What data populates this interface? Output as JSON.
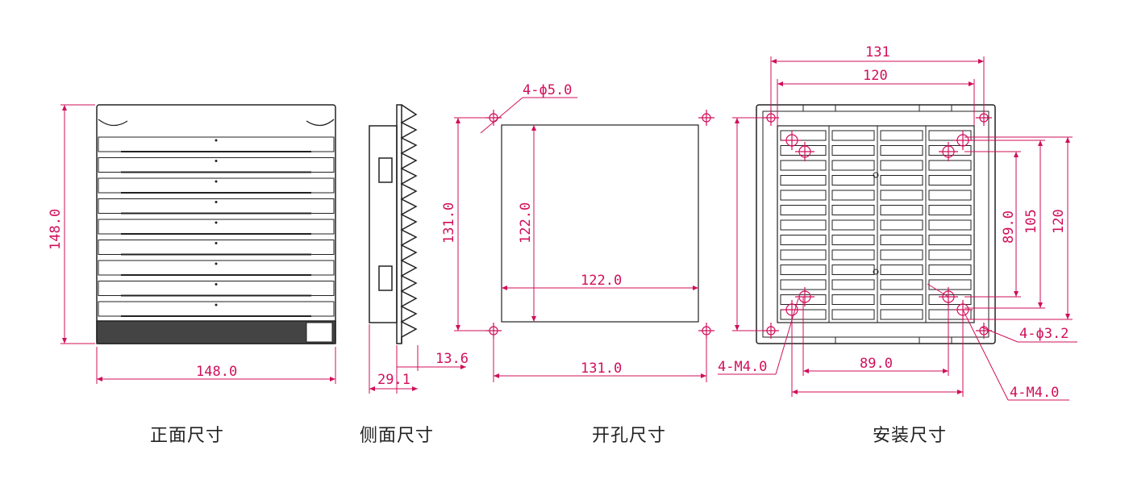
{
  "colors": {
    "outline": "#222222",
    "dimension": "#d10f5a",
    "background": "#ffffff"
  },
  "views": {
    "front": {
      "caption": "正面尺寸",
      "dims": {
        "width": "148.0",
        "height": "148.0"
      }
    },
    "side": {
      "caption": "侧面尺寸",
      "dims": {
        "depth_total": "29.1",
        "depth_fin": "13.6"
      }
    },
    "cutout": {
      "caption": "开孔尺寸",
      "dims": {
        "holes": "4-ϕ5.0",
        "hole_height": "131.0",
        "hole_width": "131.0",
        "open_height": "122.0",
        "open_width": "122.0"
      }
    },
    "mounting": {
      "caption": "安装尺寸",
      "dims": {
        "outer_width": "131",
        "inner_width": "120",
        "outer_height": "120",
        "mid_height": "105",
        "inner_height": "89.0",
        "bottom_width": "89.0",
        "holes": "4-ϕ3.2",
        "screw_left": "4-M4.0",
        "screw_right": "4-M4.0"
      }
    }
  }
}
